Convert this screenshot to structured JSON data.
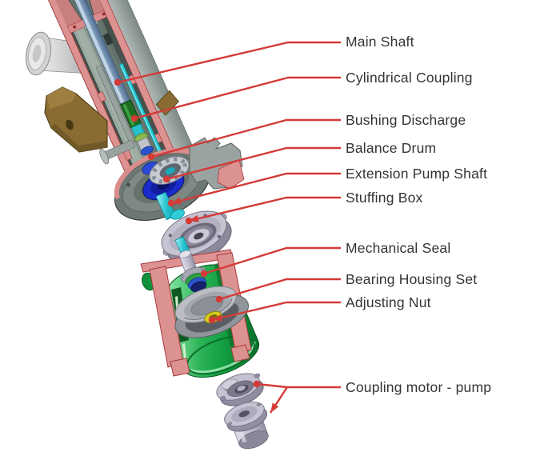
{
  "diagram": {
    "type": "exploded-parts-diagram",
    "subject": "Vertical pump cutaway with exploded drive-end components",
    "labels": [
      {
        "id": "main-shaft",
        "text": "Main Shaft"
      },
      {
        "id": "cylindrical-coupling",
        "text": "Cylindrical Coupling"
      },
      {
        "id": "bushing-discharge",
        "text": "Bushing Discharge"
      },
      {
        "id": "balance-drum",
        "text": "Balance Drum"
      },
      {
        "id": "extension-pump-shaft",
        "text": "Extension Pump Shaft"
      },
      {
        "id": "stuffing-box",
        "text": "Stuffing Box"
      },
      {
        "id": "mechanical-seal",
        "text": "Mechanical Seal"
      },
      {
        "id": "bearing-housing-set",
        "text": "Bearing Housing Set"
      },
      {
        "id": "adjusting-nut",
        "text": "Adjusting Nut"
      },
      {
        "id": "coupling-motor-pump",
        "text": "Coupling motor - pump"
      }
    ],
    "colors": {
      "leader_red": "#d43a36",
      "label_text": "#343434",
      "cut_surface_salmon": "#dd9292",
      "cut_outline_red": "#a83a3a",
      "housing_green": "#13a846",
      "shaft_steel_blue": "#7e9cbb",
      "shaft_cyan": "#27c3cf",
      "balance_drum_blue": "#1b2ccc",
      "coupling_green": "#1d6e21",
      "metal_lavender": "#bcb9ca",
      "bracket_brown": "#8a6c33",
      "background": "#ffffff"
    }
  }
}
